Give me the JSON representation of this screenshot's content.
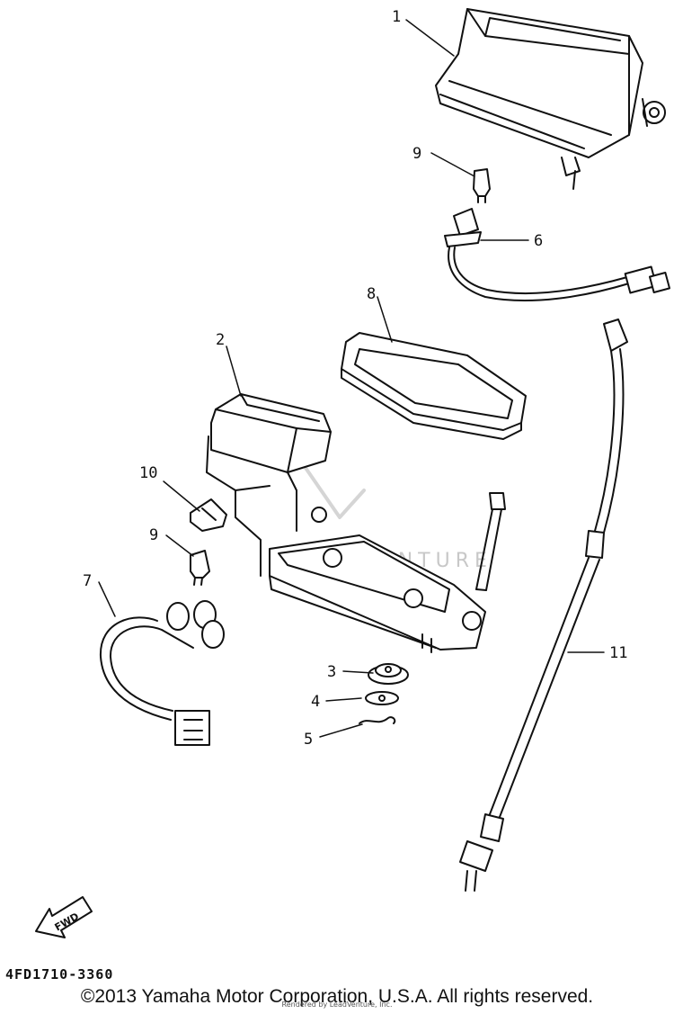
{
  "diagram": {
    "labels": {
      "l1": "1",
      "l2": "2",
      "l3": "3",
      "l4": "4",
      "l5": "5",
      "l6": "6",
      "l7": "7",
      "l8": "8",
      "l9a": "9",
      "l9b": "9",
      "l10": "10",
      "l11": "11"
    },
    "fwd_label": "FWD",
    "watermark": "LEADVENTURE"
  },
  "footer": {
    "part_code": "4FD1710-3360",
    "copyright": "©2013 Yamaha Motor Corporation, U.S.A. All rights reserved.",
    "rendered_by": "Rendered by LeadVenture, Inc."
  }
}
